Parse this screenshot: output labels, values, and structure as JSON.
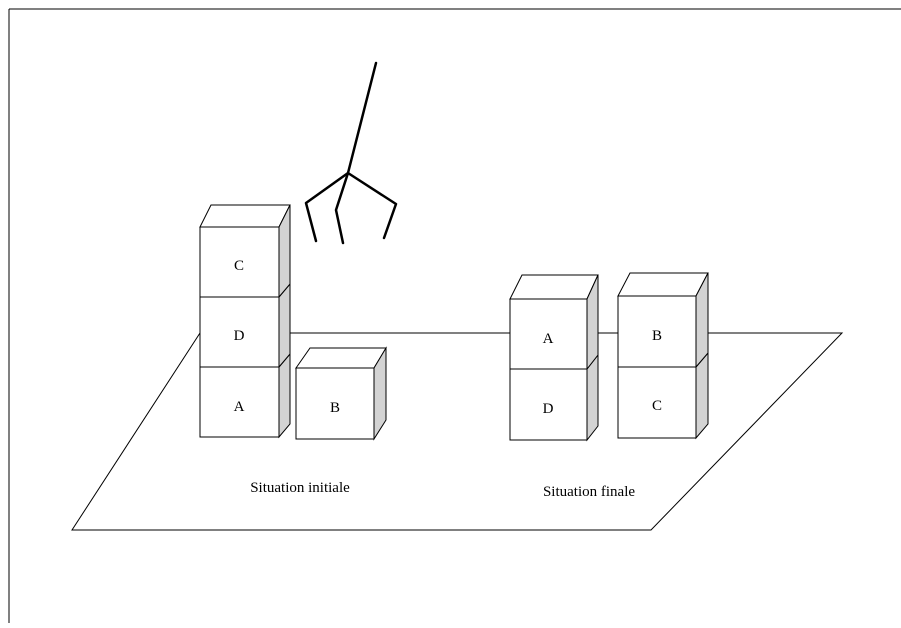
{
  "scene": {
    "initial": {
      "caption": "Situation initiale",
      "stack": [
        "A",
        "D",
        "C"
      ],
      "single": [
        "B"
      ]
    },
    "final": {
      "caption": "Situation finale",
      "stack_left": [
        "D",
        "A"
      ],
      "stack_right": [
        "C",
        "B"
      ]
    }
  },
  "colors": {
    "line": "#000000",
    "block_face": "#ffffff",
    "block_top": "#ffffff",
    "block_side": "#d3d3d3"
  },
  "icons": [
    "robot-gripper-icon"
  ]
}
